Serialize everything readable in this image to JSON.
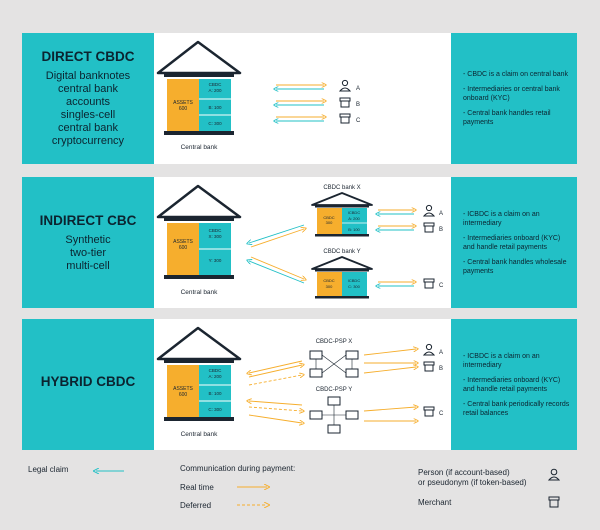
{
  "rows": [
    {
      "title": "DIRECT CBDC",
      "subtitle": "Digital banknotes\ncentral bank\naccounts\nsingles-cell\ncentral bank\ncryptocurrency",
      "points": [
        "- CBDC is a claim on central bank",
        "- Intermediaries or central bank onboard (KYC)",
        "- Central bank handles retail payments"
      ],
      "bank_label": "Central bank",
      "assets_label": "ASSETS",
      "assets_value": "600",
      "cells": [
        "CBDC",
        "A: 200",
        "B: 100",
        "C: 300"
      ],
      "users": [
        "A",
        "B",
        "C"
      ]
    },
    {
      "title": "INDIRECT CBC",
      "subtitle": "Synthetic\ntwo-tier\nmulti-cell",
      "points": [
        "- ICBDC is a claim on an intermediary",
        "- Intermediaries onboard (KYC) and handle retail payments",
        "- Central bank handles wholesale payments"
      ],
      "bank_label": "Central bank",
      "assets_label": "ASSETS",
      "assets_value": "600",
      "cells": [
        "CBDC",
        "X: 300",
        "Y: 300"
      ],
      "bank_x": {
        "title": "CBDC bank X",
        "left1": "CBDC",
        "left2": "300",
        "right1": "ICBDC",
        "right2": "A: 200",
        "right3": "B: 100"
      },
      "bank_y": {
        "title": "CBDC bank Y",
        "left1": "CBDC",
        "left2": "300",
        "right1": "ICBDC",
        "right2": "C: 300"
      },
      "users": [
        "A",
        "B",
        "C"
      ]
    },
    {
      "title": "HYBRID CBDC",
      "subtitle": "",
      "points": [
        "- ICBDC is a claim on an intermediary",
        "- Intermediaries onboard (KYC) and handle retail payments",
        "- Central bank periodically records retail balances"
      ],
      "bank_label": "Central bank",
      "assets_label": "ASSETS",
      "assets_value": "600",
      "cells": [
        "CBDC",
        "A: 200",
        "B: 100",
        "C: 300"
      ],
      "psp_x": "CBDC-PSP X",
      "psp_y": "CBDC-PSP Y",
      "users": [
        "A",
        "B",
        "C"
      ]
    }
  ],
  "legend": {
    "legal_claim": "Legal claim",
    "communication": "Communication during payment:",
    "real_time": "Real time",
    "deferred": "Deferred",
    "person": "Person (if account-based)\nor pseudonym (if token-based)",
    "merchant": "Merchant"
  },
  "colors": {
    "teal": "#22c0c6",
    "orange": "#f6ae2d",
    "dark": "#1b2530",
    "background": "#e4e3e3"
  }
}
